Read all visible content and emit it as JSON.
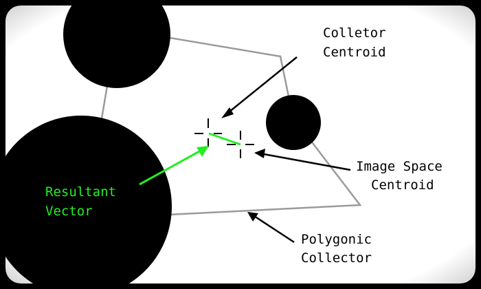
{
  "colors": {
    "background": "#ffffff",
    "frame": "#000000",
    "disc": "#000000",
    "polygon_stroke": "#9a9a9a",
    "arrow": "#000000",
    "resultant_vector": "#22ee22",
    "label_text": "#000000",
    "resultant_label_text": "#22ee22"
  },
  "labels": {
    "collector_centroid": {
      "line1": "Colletor",
      "line2": "Centroid"
    },
    "image_space_centroid": {
      "line1": "Image Space",
      "line2": "Centroid"
    },
    "polygonic_collector": {
      "line1": "Polygonic",
      "line2": "Collector"
    },
    "resultant_vector": {
      "line1": "Resultant",
      "line2": "Vector"
    }
  },
  "icons": {
    "centroid_marker": "crosshair-icon"
  }
}
